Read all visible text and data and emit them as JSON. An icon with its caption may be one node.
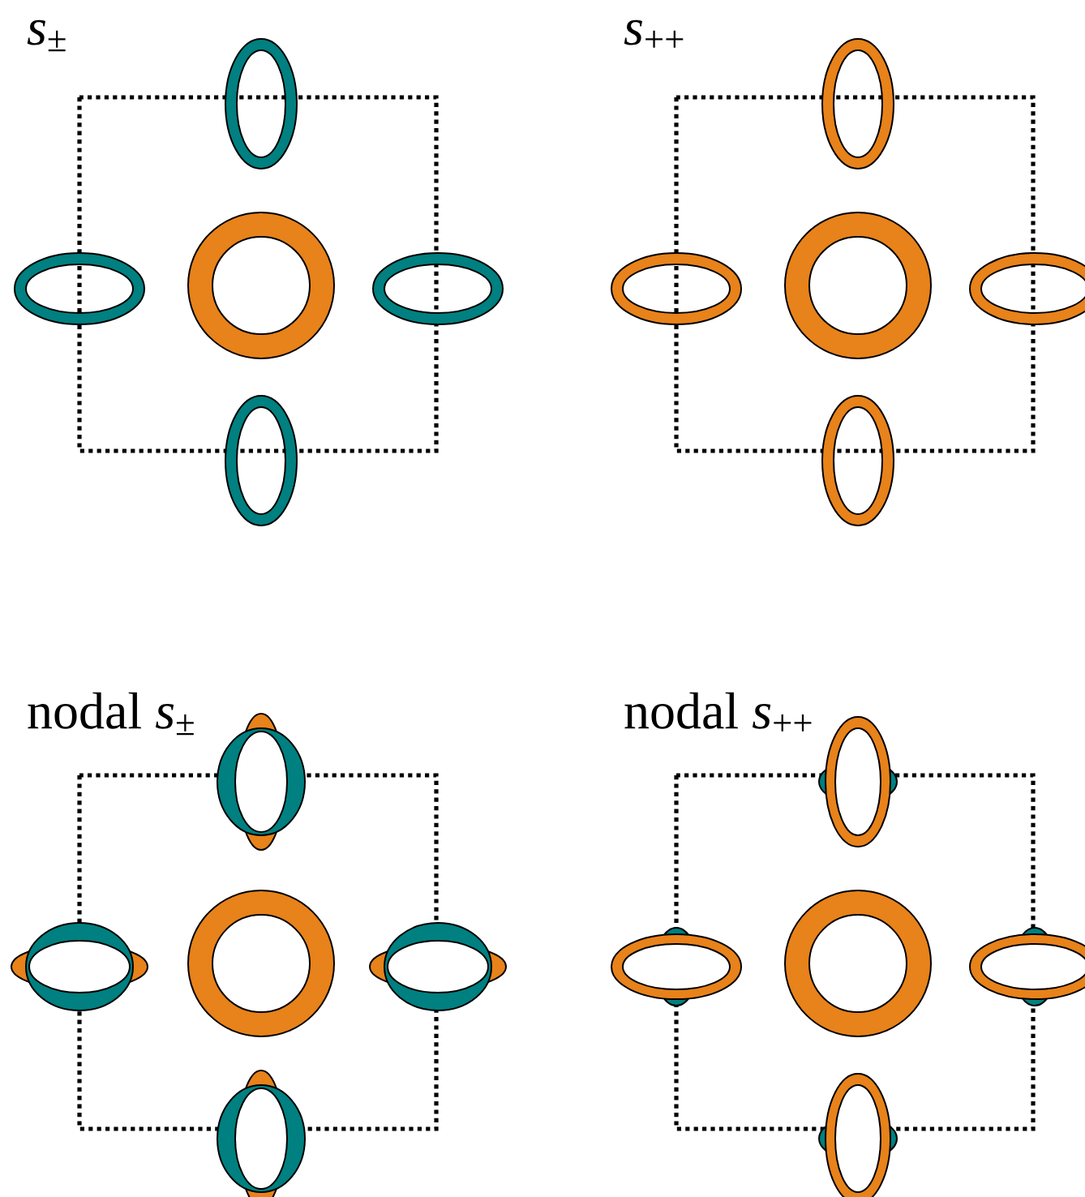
{
  "diagram": {
    "labels": [
      "*s*$_{±}$",
      "*s*$_{++}$",
      "nodal *s*$_{±}$",
      "nodal *s*$_{++}$"
    ]
  }
}
